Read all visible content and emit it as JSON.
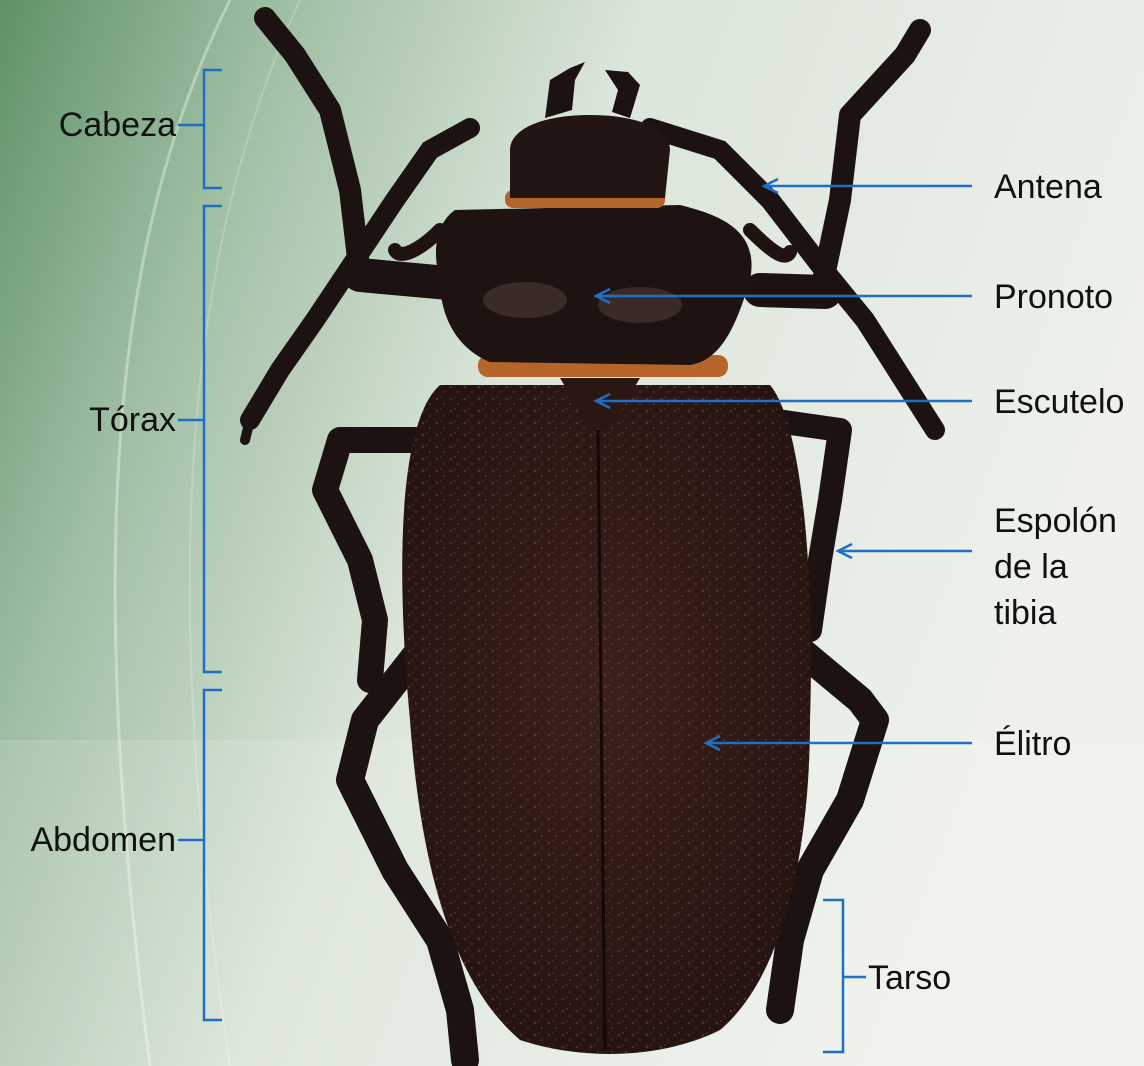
{
  "diagram": {
    "colors": {
      "leader_line": "#1f6fc4",
      "beetle_body": "#2a1714",
      "beetle_legs": "#1c1212",
      "collar": "#b5652a",
      "background_green": "#6c9c72",
      "background_light": "#e8ece6"
    },
    "body_regions": [
      {
        "id": "head",
        "label": "Cabeza"
      },
      {
        "id": "thorax",
        "label": "Tórax"
      },
      {
        "id": "abdomen",
        "label": "Abdomen"
      }
    ],
    "parts": [
      {
        "id": "antenna",
        "label": "Antena"
      },
      {
        "id": "pronotum",
        "label": "Pronoto"
      },
      {
        "id": "scutellum",
        "label": "Escutelo"
      },
      {
        "id": "tibial-spur",
        "label_lines": [
          "Espolón",
          "de la",
          "tibia"
        ]
      },
      {
        "id": "elytron",
        "label": "Élitro"
      },
      {
        "id": "tarsus",
        "label": "Tarso"
      }
    ]
  }
}
